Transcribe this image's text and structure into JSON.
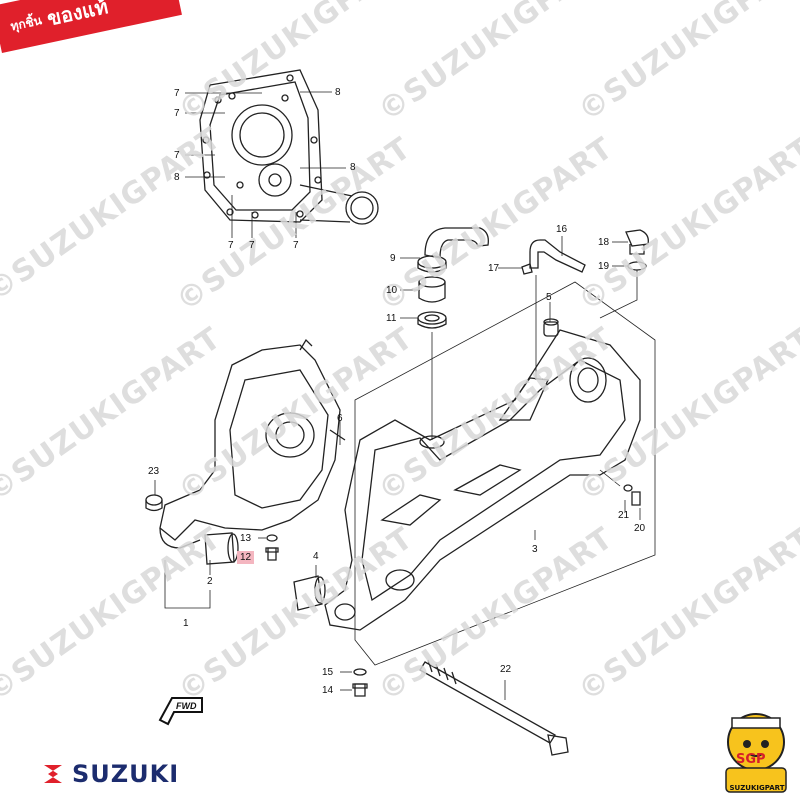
{
  "banner": {
    "line1": "ทุกชิ้น",
    "line2": "ของแท้"
  },
  "watermark": {
    "text": "©SUZUKIGPART"
  },
  "callouts": {
    "c7a": "7",
    "c8a": "8",
    "c7b": "7",
    "c7c": "7",
    "c8b": "8",
    "c8c": "8",
    "c7d": "7",
    "c7e": "7",
    "c7f": "7",
    "c9": "9",
    "c10": "10",
    "c11": "11",
    "c16": "16",
    "c17": "17",
    "c18": "18",
    "c19": "19",
    "c5": "5",
    "c6": "6",
    "c23": "23",
    "c13": "13",
    "c12": "12",
    "c2": "2",
    "c1": "1",
    "c4": "4",
    "c3": "3",
    "c21": "21",
    "c20": "20",
    "c15": "15",
    "c14": "14",
    "c22": "22"
  },
  "fwd_label": "FWD",
  "brand": {
    "name": "SUZUKI"
  },
  "mascot": {
    "logo": "SGP",
    "name": "SUZUKIGPART"
  },
  "colors": {
    "banner": "#e0202b",
    "highlight": "#f4b6c0",
    "brand_blue": "#1c2c6e",
    "watermark": "#d9d9d9"
  }
}
